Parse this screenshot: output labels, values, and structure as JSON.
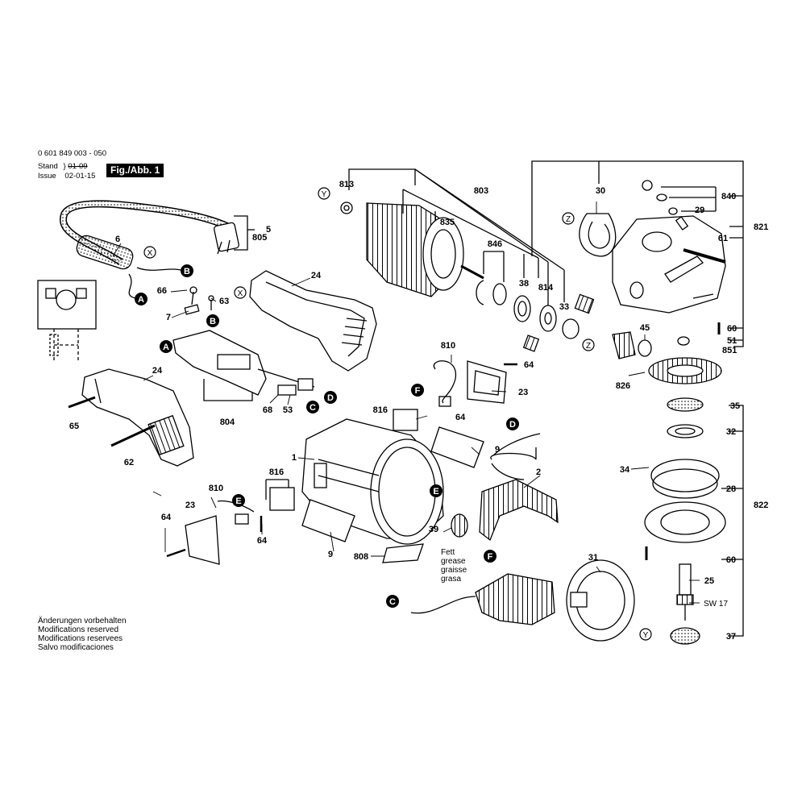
{
  "header": {
    "part_number": "0 601 849 003 - 050",
    "stand_label": "Stand",
    "issue_label": "Issue",
    "stand_date": "01-09",
    "issue_date": "02-01-15",
    "figure_label": "Fig./Abb. 1"
  },
  "notes": [
    "Änderungen vorbehalten",
    "Modifications reserved",
    "Modifications reservees",
    "Salvo modificaciones"
  ],
  "grease_note": [
    "Fett",
    "grease",
    "graisse",
    "grasa"
  ],
  "connectors": [
    "A",
    "B",
    "C",
    "D",
    "E",
    "F",
    "X",
    "Y",
    "Z"
  ],
  "part_labels": {
    "p1": "1",
    "p2": "2",
    "p5": "5",
    "p6": "6",
    "p7": "7",
    "p9a": "9",
    "p9b": "9",
    "p23a": "23",
    "p23b": "23",
    "p24a": "24",
    "p24b": "24",
    "p25": "25",
    "p28": "28",
    "p29": "29",
    "p30": "30",
    "p31": "31",
    "p32": "32",
    "p33": "33",
    "p34": "34",
    "p35": "35",
    "p37": "37",
    "p38": "38",
    "p39": "39",
    "p45": "45",
    "p51": "51",
    "p53": "53",
    "p60a": "60",
    "p60b": "60",
    "p61": "61",
    "p62": "62",
    "p63": "63",
    "p64a": "64",
    "p64b": "64",
    "p64c": "64",
    "p64d": "64",
    "p65": "65",
    "p66": "66",
    "p68": "68",
    "p803": "803",
    "p804": "804",
    "p805": "805",
    "p808": "808",
    "p810a": "810",
    "p810b": "810",
    "p813": "813",
    "p814": "814",
    "p816a": "816",
    "p816b": "816",
    "p821": "821",
    "p822": "822",
    "p826": "826",
    "p835": "835",
    "p840": "840",
    "p846": "846",
    "p851": "851",
    "sw17": "SW 17"
  }
}
